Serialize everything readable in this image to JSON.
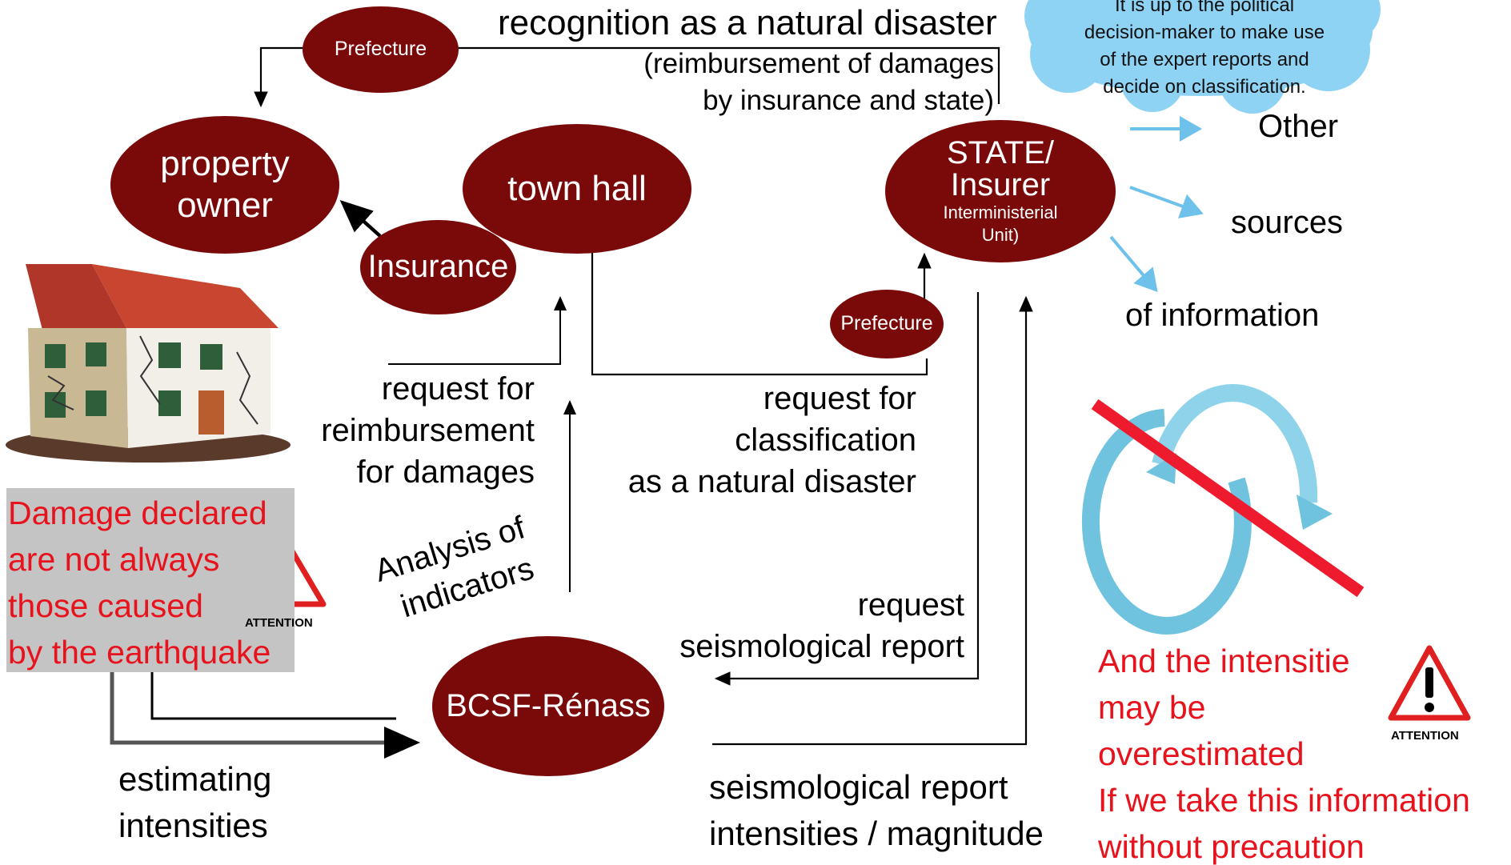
{
  "nodes": {
    "prefecture_top": "Prefecture",
    "property_owner": [
      "property",
      "owner"
    ],
    "town_hall": "town hall",
    "insurance": "Insurance",
    "state": [
      "STATE/",
      "Insurer"
    ],
    "state_sub": [
      "Interministerial",
      "Unit)"
    ],
    "prefecture_small": "Prefecture",
    "bcsf": "BCSF-Rénass"
  },
  "labels": {
    "recognition": "recognition as a natural disaster",
    "reimbursement_note": [
      "(reimbursement of damages",
      "by insurance and state)"
    ],
    "other_sources": [
      "Other",
      "sources",
      "of information"
    ],
    "request_reimbursement": [
      "request for",
      "reimbursement",
      "for damages"
    ],
    "request_classification": [
      "request for",
      "classification",
      "as a natural disaster"
    ],
    "analysis": [
      "Analysis of",
      "indicators"
    ],
    "request_seismo": [
      "request",
      "seismological report"
    ],
    "estimating": [
      "estimating",
      "intensities"
    ],
    "seismo_report": [
      "seismological report",
      "intensities / magnitude"
    ]
  },
  "cloud_text": [
    "It is up to the political",
    "decision-maker to make use",
    "of the expert reports and",
    "decide on classification."
  ],
  "warning_left": [
    "Damage declared",
    "are not always",
    "those caused",
    "by the earthquake"
  ],
  "warning_right": [
    "And the intensitie",
    "may be",
    "overestimated",
    "If we take this information",
    "without precaution"
  ],
  "attention_caption": "ATTENTION",
  "colors": {
    "node_fill": "#7a0a0a",
    "warning_text": "#e8121c",
    "warning_bg": "#c4c4c4",
    "cloud_fill": "#8fd3f4",
    "info_arrows": "#6ec1ea",
    "cycle": "#6fc3df",
    "strike": "#ee1b2e"
  }
}
